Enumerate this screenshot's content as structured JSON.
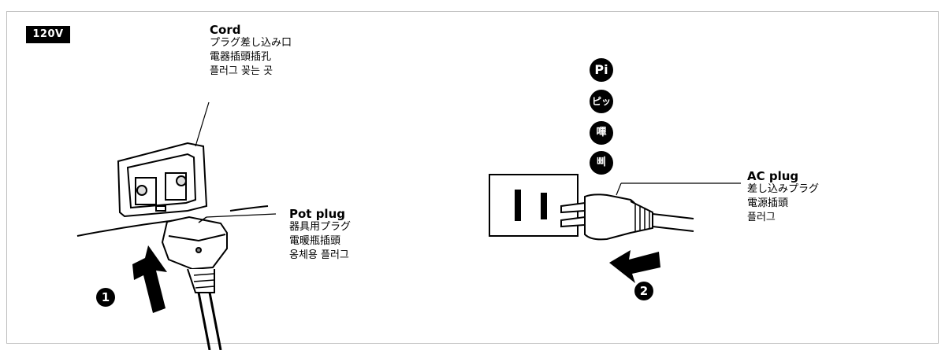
{
  "voltage_badge": "120V",
  "cord": {
    "title": "Cord",
    "lines": [
      "プラグ差し込み口",
      "電器插頭插孔",
      "플러그 꽂는 곳"
    ]
  },
  "pot_plug": {
    "title": "Pot plug",
    "lines": [
      "器具用プラグ",
      "電暖瓶插頭",
      "옹체용 플러그"
    ]
  },
  "ac_plug": {
    "title": "AC plug",
    "lines": [
      "差し込みプラグ",
      "電源插頭",
      "플러그"
    ]
  },
  "sounds": [
    "Pi",
    "ピッ",
    "嗶",
    "삐"
  ],
  "steps": [
    "1",
    "2"
  ]
}
